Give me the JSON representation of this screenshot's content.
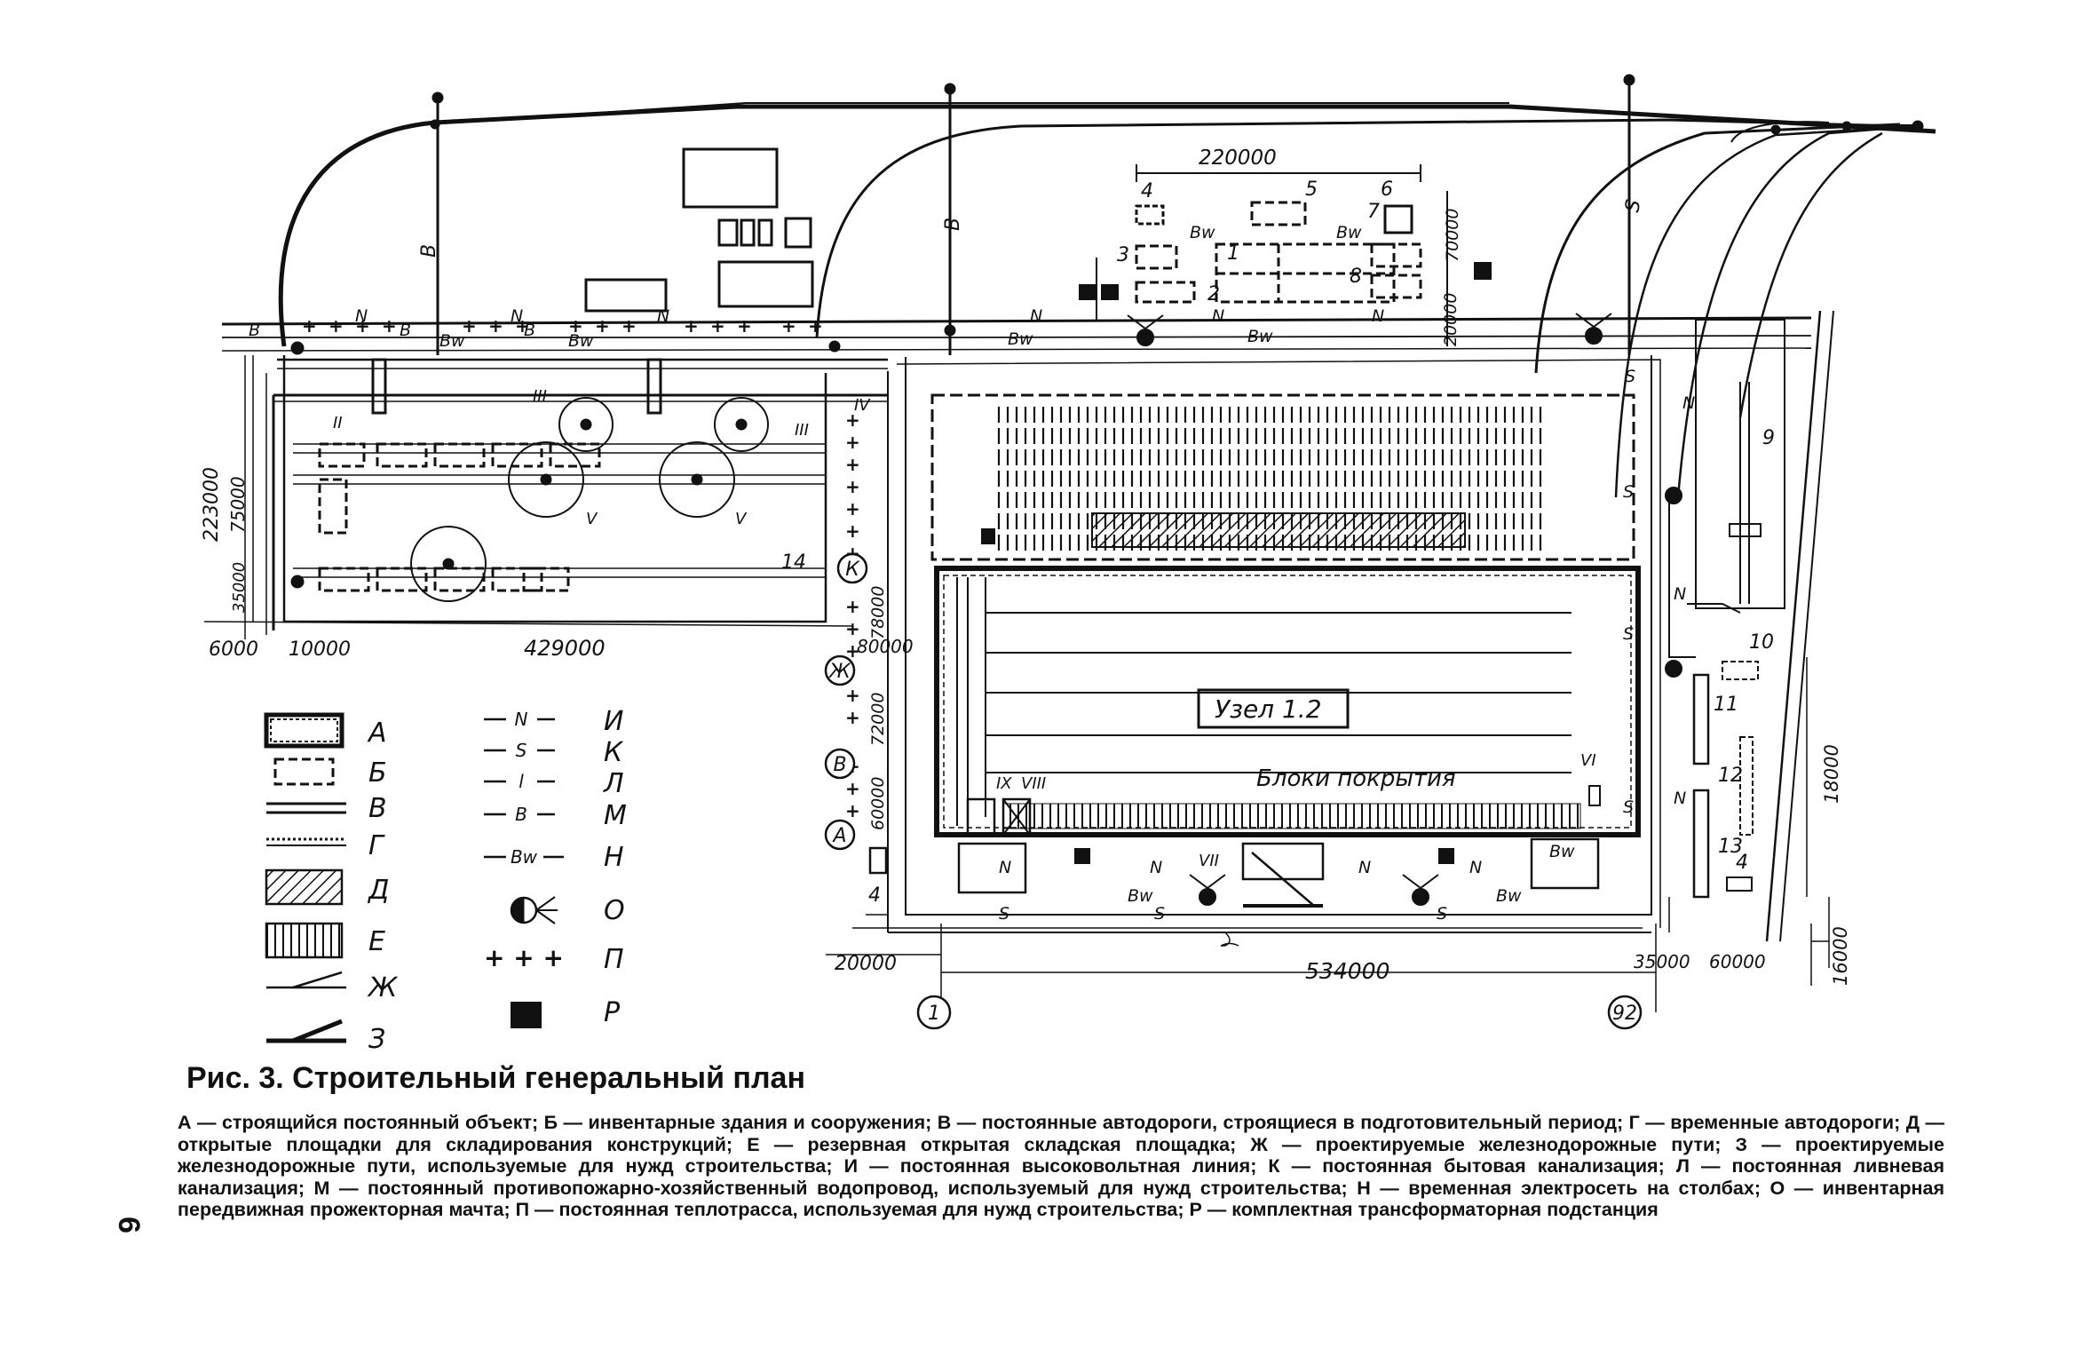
{
  "figure": {
    "title": "Рис. 3. Строительный генеральный план",
    "caption": "А — строящийся постоянный объект; Б — инвентарные здания и сооружения; В — постоянные автодороги, строящиеся в подготовительный период; Г — временные автодороги; Д — открытые площадки для складирования конструкций; Е — резервная открытая складская площадка; Ж — проектируемые железнодорожные пути; З — проектируемые железнодорожные пути, используемые для нужд строительства; И — постоянная высоковольтная линия; К — постоянная бытовая канализация; Л — постоянная ливневая канализация; М — постоянный противопожарно-хозяйственный водопровод, используемый для нужд строительства; Н — временная электросеть на столбах; О — инвентарная передвижная прожекторная мачта; П — постоянная теплотрасса, используемая для нужд строительства; Р — комплектная трансформаторная подстанция",
    "page_number": "6"
  },
  "plan_labels": {
    "node": "Узел 1.2",
    "blocks": "Блоки покрытия",
    "dims": {
      "top_width": "220000",
      "left_height": "223000",
      "left_inner": "75000",
      "left_small": "35000",
      "bottom_left_a": "6000",
      "bottom_left_b": "10000",
      "bottom_left_main": "429000",
      "main_width": "534000",
      "bottom_20000": "20000",
      "bottom_35000": "35000",
      "bottom_60000": "60000",
      "right_16000": "16000",
      "right_18000": "18000",
      "vert_78000": "78000",
      "vert_72000": "72000",
      "vert_60000": "60000",
      "vert_80000": "80000",
      "vert_70000": "70000",
      "vert_20000": "20000"
    },
    "axes": [
      "К",
      "Ж",
      "В",
      "А",
      "1",
      "92"
    ],
    "numbers": [
      "1",
      "2",
      "3",
      "4",
      "5",
      "6",
      "7",
      "8",
      "9",
      "10",
      "11",
      "12",
      "13",
      "14"
    ],
    "romans": [
      "II",
      "III",
      "IV",
      "V",
      "VI",
      "VII",
      "VIII",
      "IX"
    ],
    "line_codes": {
      "N": "N",
      "S": "S",
      "B": "B",
      "Bw": "Bw",
      "l": "l"
    }
  },
  "legend": [
    {
      "symbol": "hatched-rect",
      "letter": "А"
    },
    {
      "symbol": "dashed-rect",
      "letter": "Б"
    },
    {
      "symbol": "double-line",
      "letter": "В"
    },
    {
      "symbol": "dotted-road",
      "letter": "Г"
    },
    {
      "symbol": "diag-hatch",
      "letter": "Д"
    },
    {
      "symbol": "vert-hatch",
      "letter": "Е"
    },
    {
      "symbol": "thin-switch",
      "letter": "Ж"
    },
    {
      "symbol": "thick-switch",
      "letter": "З"
    },
    {
      "symbol": "line-N",
      "code": "N",
      "letter": "И"
    },
    {
      "symbol": "line-S",
      "code": "S",
      "letter": "К"
    },
    {
      "symbol": "line-l",
      "code": "l",
      "letter": "Л"
    },
    {
      "symbol": "line-B",
      "code": "B",
      "letter": "М"
    },
    {
      "symbol": "line-Bw",
      "code": "Bw",
      "letter": "Н"
    },
    {
      "symbol": "searchlight",
      "letter": "О"
    },
    {
      "symbol": "plus-line",
      "text": "+ + +",
      "letter": "П"
    },
    {
      "symbol": "substation",
      "letter": "Р"
    }
  ],
  "colors": {
    "ink": "#111111",
    "paper": "#ffffff"
  }
}
